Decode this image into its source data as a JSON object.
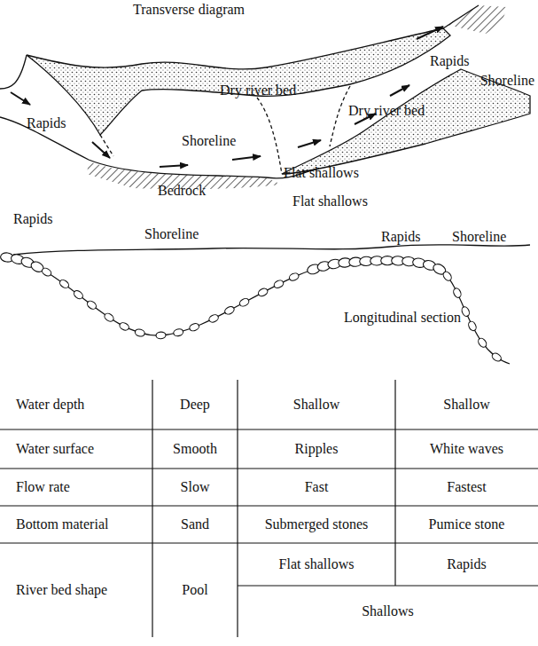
{
  "diagram": {
    "labels": [
      "Transverse diagram",
      "Dry river bed",
      "Rapids",
      "Shoreline",
      "Flat shallows",
      "Dry river bed",
      "Rapids",
      "Shoreline",
      "Bedrock",
      "Flat shallows",
      "Rapids",
      "Shoreline",
      "Rapids",
      "Shoreline",
      "Longitudinal section",
      "Water depth",
      "Deep",
      "Shallow",
      "Shallow",
      "Water surface",
      "Smooth",
      "Ripples",
      "White waves",
      "Flow rate",
      "Slow",
      "Fast",
      "Fastest",
      "Bottom material",
      "Sand",
      "Submerged stones",
      "Pumice stone",
      "River bed shape",
      "Pool",
      "Flat shallows",
      "Rapids",
      "Shallows"
    ]
  }
}
